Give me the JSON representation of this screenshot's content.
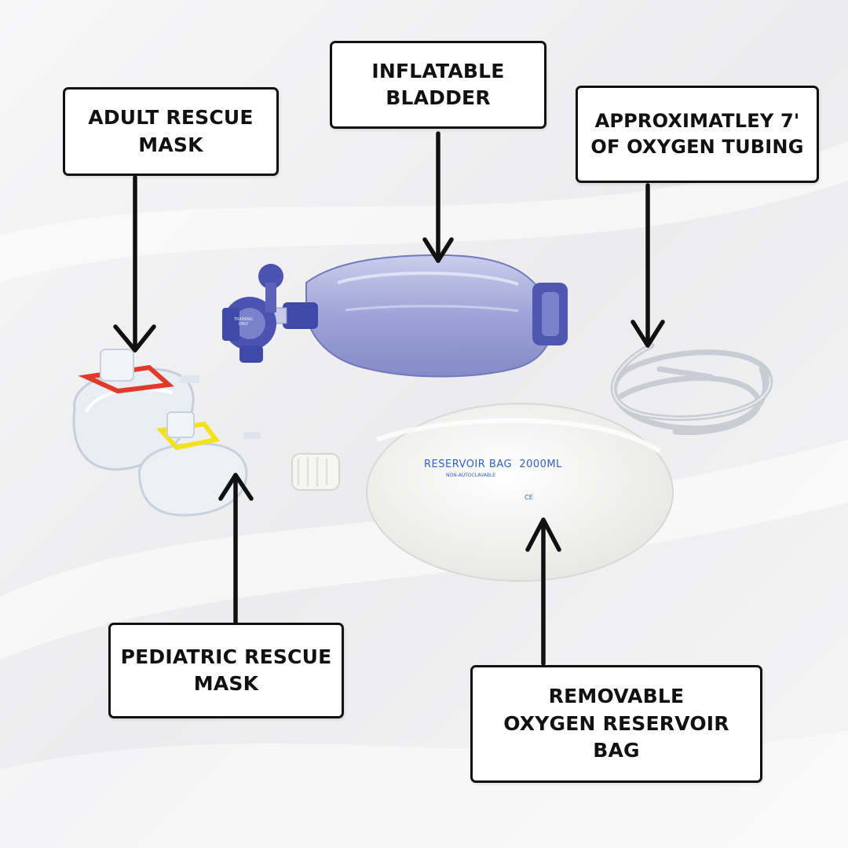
{
  "labels": {
    "adult_mask": "ADULT RESCUE\nMASK",
    "bladder": "INFLATABLE\nBLADDER",
    "tubing": "APPROXIMATLEY 7'\nOF OXYGEN TUBING",
    "pediatric_mask": "PEDIATRIC RESCUE\nMASK",
    "reservoir": "REMOVABLE\nOXYGEN RESERVOIR\nBAG"
  },
  "product_markings": {
    "reservoir_bag_text": "RESERVOIR BAG  2000ML",
    "reservoir_bag_subtext": "NON-AUTOCLAVABLE",
    "ce_mark": "CE",
    "valve_text": "TRAINING ONLY"
  },
  "colors": {
    "label_border": "#111111",
    "arrow": "#111111",
    "resuscitator_blue": "#5a63b8",
    "adult_mask_ring": "#e23a2a",
    "pediatric_mask_ring": "#f2e21c",
    "marking_text": "#2f63c4"
  }
}
